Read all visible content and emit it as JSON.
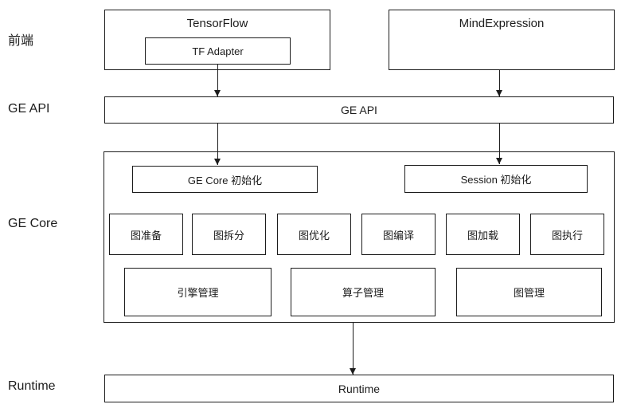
{
  "layer_labels": {
    "frontend": "前端",
    "ge_api": "GE API",
    "ge_core": "GE Core",
    "runtime": "Runtime"
  },
  "frontend": {
    "tensorflow_label": "TensorFlow",
    "tf_adapter_label": "TF Adapter",
    "mindexpression_label": "MindExpression"
  },
  "ge_api_bar_label": "GE API",
  "ge_core": {
    "init_boxes": [
      {
        "label": "GE Core 初始化"
      },
      {
        "label": "Session 初始化"
      }
    ],
    "function_boxes": [
      {
        "label": "图准备"
      },
      {
        "label": "图拆分"
      },
      {
        "label": "图优化"
      },
      {
        "label": "图编译"
      },
      {
        "label": "图加载"
      },
      {
        "label": "图执行"
      }
    ],
    "management_boxes": [
      {
        "label": "引擎管理"
      },
      {
        "label": "算子管理"
      },
      {
        "label": "图管理"
      }
    ]
  },
  "runtime_bar_label": "Runtime",
  "colors": {
    "line": "#1c1c1c",
    "text": "#1c1c1c",
    "background": "#ffffff"
  }
}
